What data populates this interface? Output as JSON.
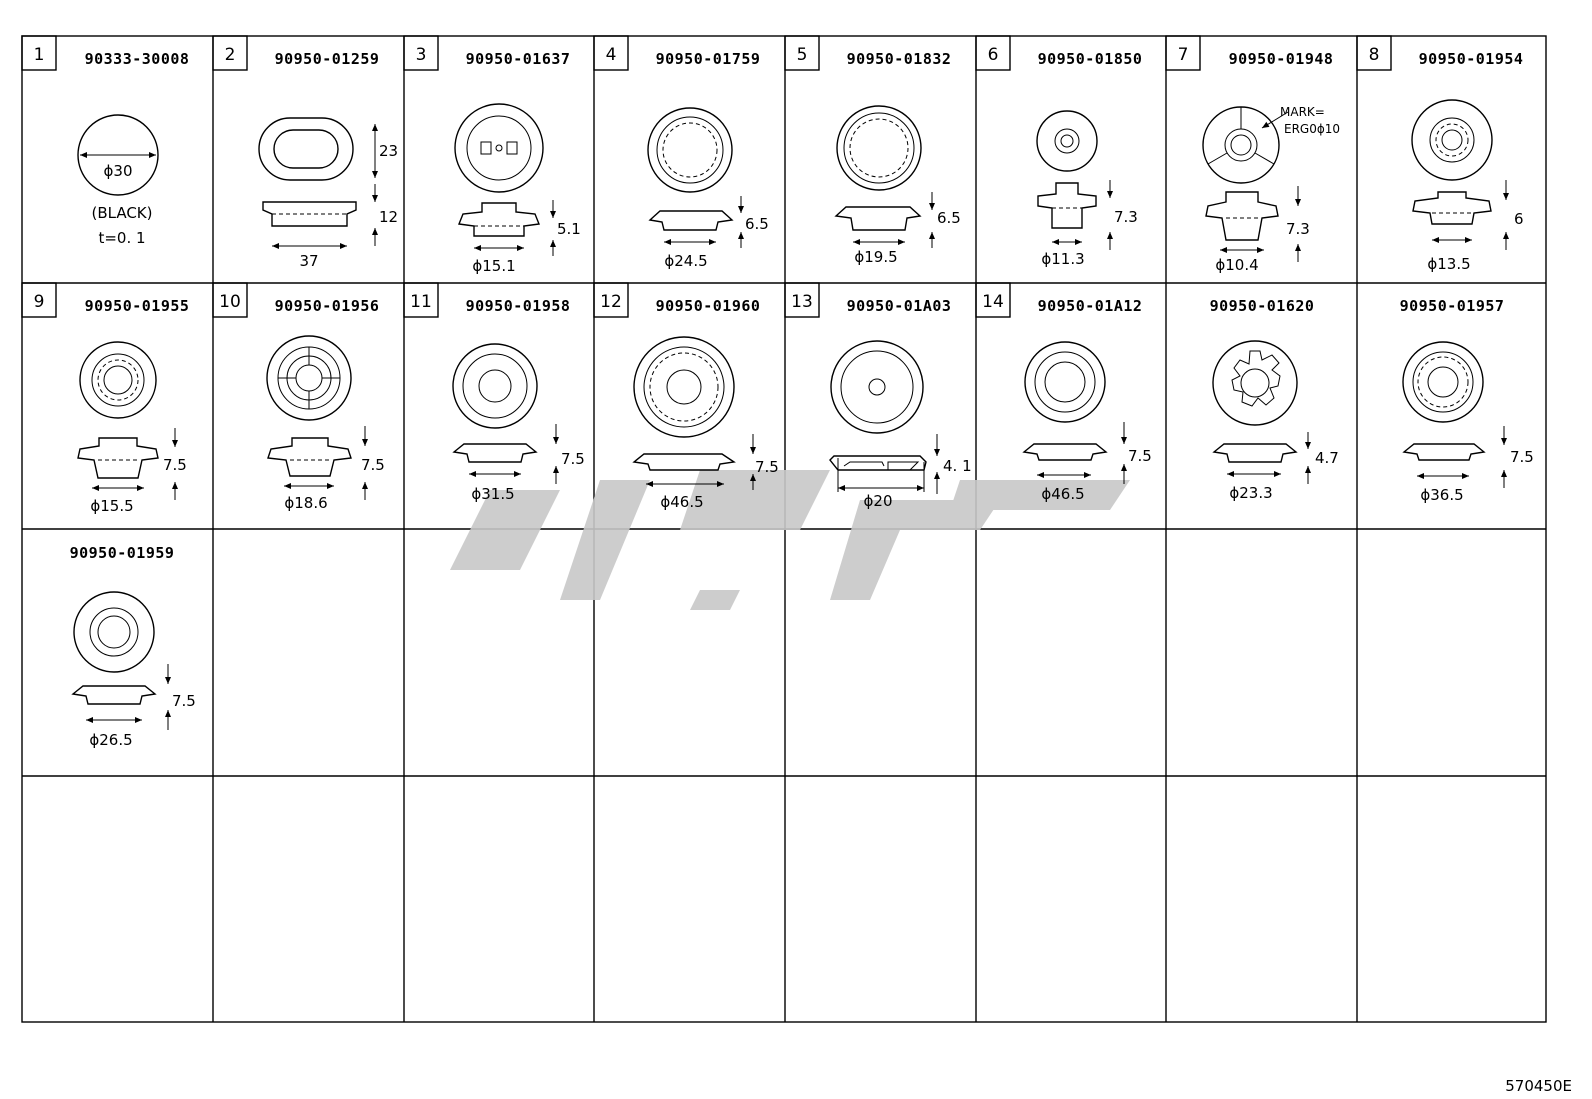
{
  "drawing_id": "570450E",
  "parts": [
    {
      "index": "1",
      "part_number": "90333-30008",
      "dims": [
        "ϕ30",
        "(BLACK)",
        "t=0. 1"
      ]
    },
    {
      "index": "2",
      "part_number": "90950-01259",
      "dims": [
        "23",
        "12",
        "37"
      ]
    },
    {
      "index": "3",
      "part_number": "90950-01637",
      "dims": [
        "5.1",
        "ϕ15.1"
      ]
    },
    {
      "index": "4",
      "part_number": "90950-01759",
      "dims": [
        "6.5",
        "ϕ24.5"
      ]
    },
    {
      "index": "5",
      "part_number": "90950-01832",
      "dims": [
        "6.5",
        "ϕ19.5"
      ]
    },
    {
      "index": "6",
      "part_number": "90950-01850",
      "dims": [
        "7.3",
        "ϕ11.3"
      ]
    },
    {
      "index": "7",
      "part_number": "90950-01948",
      "dims": [
        "7.3",
        "ϕ10.4"
      ],
      "mark": [
        "MARK=",
        "ERG0ϕ10"
      ]
    },
    {
      "index": "8",
      "part_number": "90950-01954",
      "dims": [
        "6",
        "ϕ13.5"
      ]
    },
    {
      "index": "9",
      "part_number": "90950-01955",
      "dims": [
        "7.5",
        "ϕ15.5"
      ]
    },
    {
      "index": "10",
      "part_number": "90950-01956",
      "dims": [
        "7.5",
        "ϕ18.6"
      ]
    },
    {
      "index": "11",
      "part_number": "90950-01958",
      "dims": [
        "7.5",
        "ϕ31.5"
      ]
    },
    {
      "index": "12",
      "part_number": "90950-01960",
      "dims": [
        "7.5",
        "ϕ46.5"
      ]
    },
    {
      "index": "13",
      "part_number": "90950-01A03",
      "dims": [
        "4. 1",
        "ϕ20"
      ]
    },
    {
      "index": "14",
      "part_number": "90950-01A12",
      "dims": [
        "7.5",
        "ϕ46.5"
      ]
    },
    {
      "index": "",
      "part_number": "90950-01620",
      "dims": [
        "4.7",
        "ϕ23.3"
      ]
    },
    {
      "index": "",
      "part_number": "90950-01957",
      "dims": [
        "7.5",
        "ϕ36.5"
      ]
    },
    {
      "index": "",
      "part_number": "90950-01959",
      "dims": [
        "7.5",
        "ϕ26.5"
      ]
    }
  ]
}
